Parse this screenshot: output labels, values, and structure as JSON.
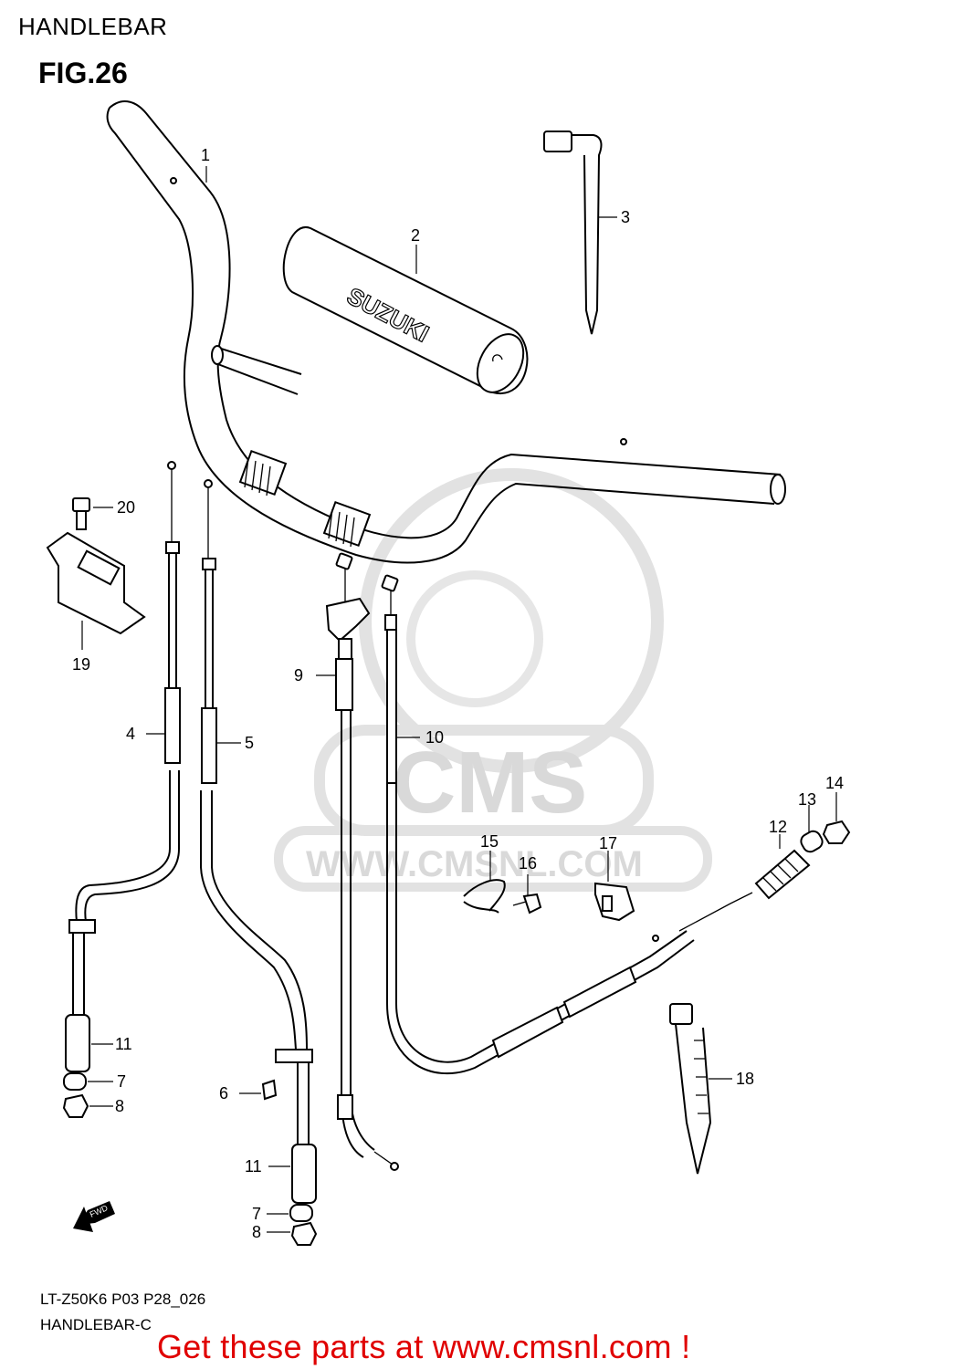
{
  "header": {
    "title": "HANDLEBAR"
  },
  "figure": {
    "label": "FIG.26",
    "grip_brand": "SUZUKI",
    "fwd_label": "FWD",
    "callouts": [
      "1",
      "2",
      "3",
      "4",
      "5",
      "6",
      "7",
      "7",
      "8",
      "8",
      "9",
      "10",
      "11",
      "11",
      "12",
      "13",
      "14",
      "15",
      "16",
      "17",
      "18",
      "19",
      "20"
    ]
  },
  "watermark": {
    "logo_text": "CMS",
    "url_text": "WWW.CMSNL.COM"
  },
  "footer": {
    "model_code": "LT-Z50K6 P03 P28_026",
    "diagram_name": "HANDLEBAR-C",
    "cta": "Get these parts at www.cmsnl.com !"
  },
  "colors": {
    "cta": "#e00000",
    "watermark": "#d9d9d9",
    "line": "#000000"
  }
}
